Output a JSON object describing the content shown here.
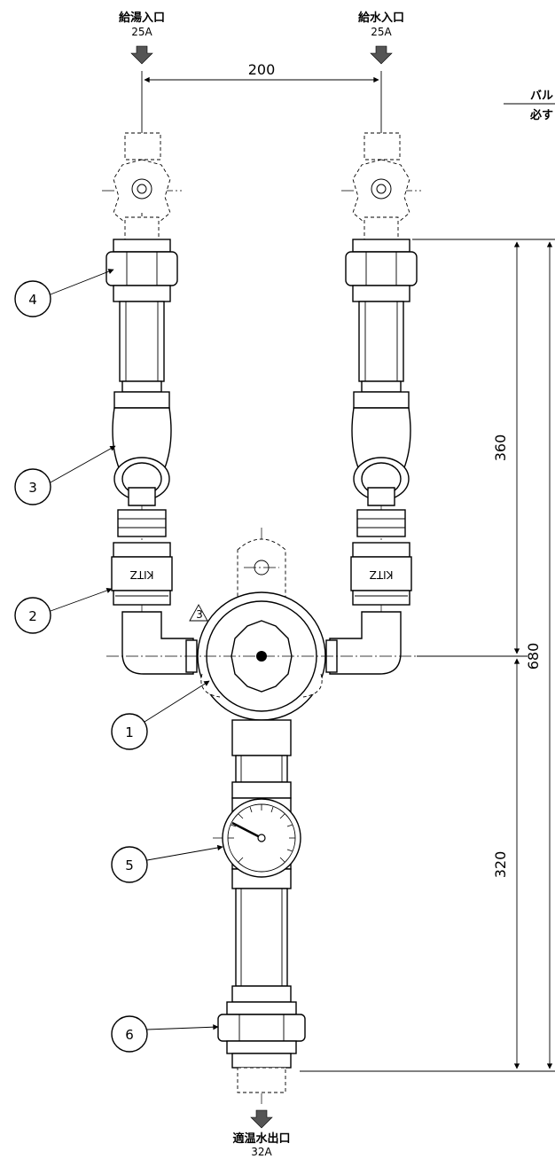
{
  "inlets": {
    "hot": {
      "label": "給湯入口",
      "size": "25A"
    },
    "cold": {
      "label": "給水入口",
      "size": "25A"
    }
  },
  "outlet": {
    "label": "適温水出口",
    "size": "32A"
  },
  "dimensions": {
    "width": "200",
    "upper": "360",
    "lower": "320",
    "total": "680"
  },
  "note": {
    "line1": "バル",
    "line2": "必す"
  },
  "callouts": [
    "1",
    "2",
    "3",
    "4",
    "5",
    "6"
  ],
  "revision_mark": "3",
  "strainer_text": "KITZ"
}
